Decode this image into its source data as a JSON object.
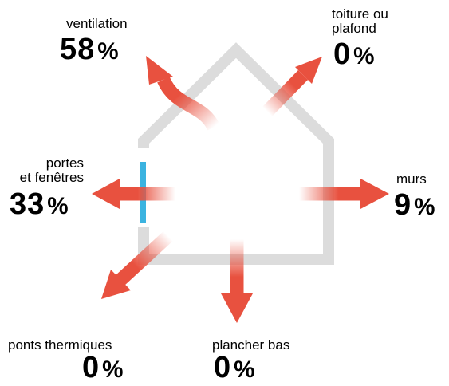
{
  "colors": {
    "house": "#dcdcdc",
    "arrow": "#e8513f",
    "window": "#3bb3e0",
    "text": "#000000"
  },
  "losses": {
    "ventilation": {
      "label": "ventilation",
      "value": "58",
      "unit": "%"
    },
    "roof": {
      "label": "toiture ou\nplafond",
      "value": "0",
      "unit": "%"
    },
    "doors": {
      "label": "portes\net fenêtres",
      "value": "33",
      "unit": "%"
    },
    "walls": {
      "label": "murs",
      "value": "9",
      "unit": "%"
    },
    "bridges": {
      "label": "ponts thermiques",
      "value": "0",
      "unit": "%"
    },
    "floor": {
      "label": "plancher bas",
      "value": "0",
      "unit": "%"
    }
  }
}
